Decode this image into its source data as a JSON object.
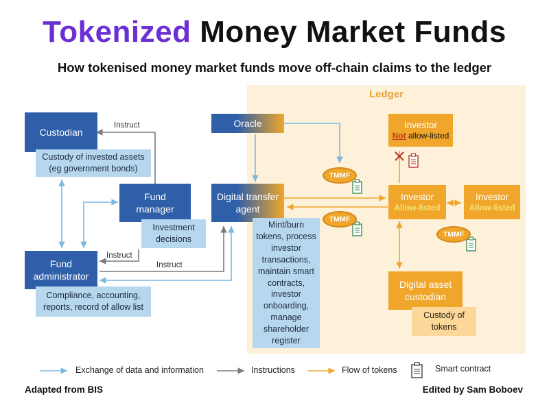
{
  "title": {
    "accent": "Tokenized",
    "rest": "Money Market Funds"
  },
  "subtitle": "How tokenised money market funds move off-chain claims to the ledger",
  "ledger": {
    "title": "Ledger"
  },
  "nodes": {
    "custodian": "Custodian",
    "custodian_desc": "Custody of invested assets (eg government bonds)",
    "fund_manager": "Fund manager",
    "fund_manager_desc": "Investment decisions",
    "fund_admin": "Fund administrator",
    "fund_admin_desc": "Compliance, accounting, reports, record of allow list",
    "oracle": "Oracle",
    "dta": "Digital transfer agent",
    "dta_desc": "Mint/burn tokens, process investor transactions, maintain smart contracts, investor onboarding, manage shareholder register",
    "investor_top": "Investor",
    "investor_top_not": "Not",
    "investor_top_sub": "allow-listed",
    "investor_mid": "Investor",
    "investor_mid_sub": "Allow-listed",
    "investor_right": "Investor",
    "investor_right_sub": "Allow-listed",
    "dac": "Digital asset custodian",
    "dac_desc": "Custody of tokens"
  },
  "tokens": [
    "TMMF",
    "TMMF",
    "TMMF"
  ],
  "labels": {
    "instruct1": "Instruct",
    "instruct2": "Instruct",
    "instruct3": "Instruct"
  },
  "legend": {
    "data": "Exchange of data and information",
    "instructions": "Instructions",
    "tokens": "Flow of tokens",
    "smart_contract": "Smart contract"
  },
  "footer": {
    "left": "Adapted from BIS",
    "right": "Edited by Sam Boboev"
  },
  "colors": {
    "accent": "#6b2fd6",
    "dark_blue": "#2f5fa8",
    "light_blue": "#b7d7ef",
    "orange": "#f0a62a",
    "ledger_bg": "#fdf1da",
    "data_arrow": "#7ab8e0",
    "instruct_arrow": "#7a7a7a"
  }
}
